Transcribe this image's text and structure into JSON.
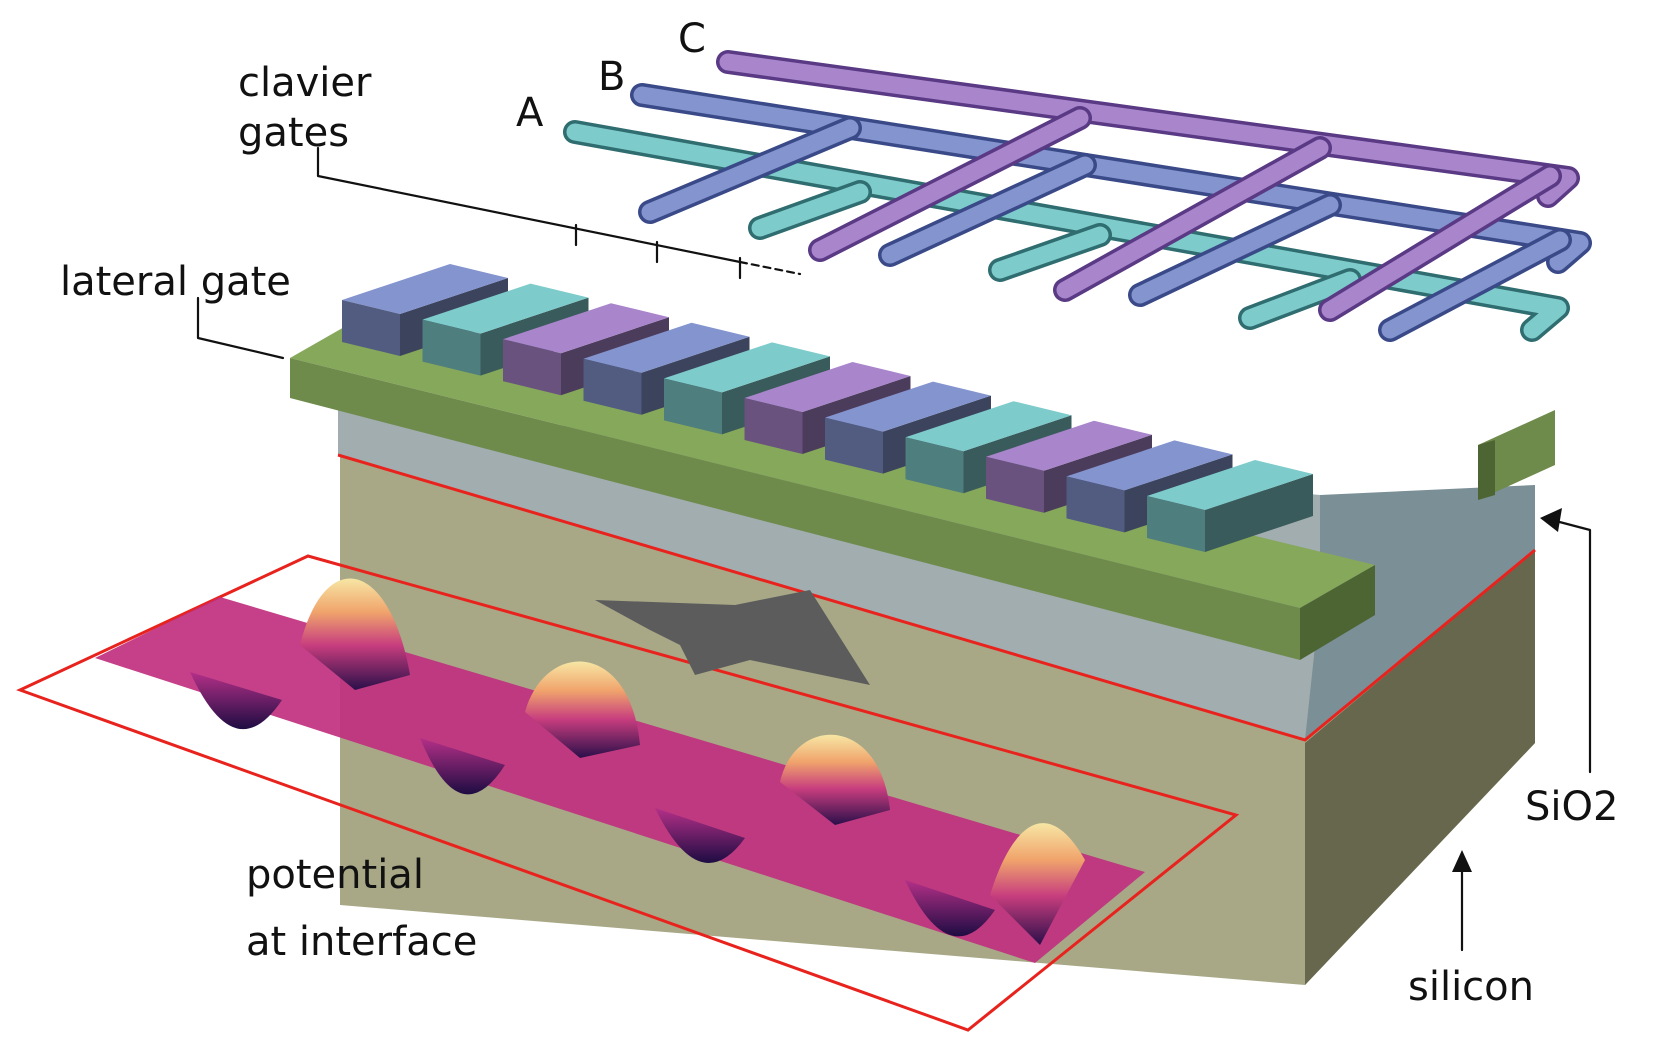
{
  "labels": {
    "gate_a": "A",
    "gate_b": "B",
    "gate_c": "C",
    "clavier_line1": "clavier",
    "clavier_line2": "gates",
    "lateral_gate": "lateral gate",
    "sio2": "SiO2",
    "silicon": "silicon",
    "potential_line1": "potential",
    "potential_line2": "at interface"
  },
  "gate_sequence": [
    "B",
    "A",
    "C",
    "B",
    "A",
    "C",
    "B",
    "A",
    "C",
    "B",
    "A"
  ],
  "colors": {
    "gate_a": "#7ecbcb",
    "gate_b": "#8394cf",
    "gate_c": "#a985cc",
    "lateral_gate": "#6e8b4c",
    "sio2": "#a2adb0",
    "silicon": "#a8a887",
    "interface_outline": "#e8231e",
    "direction_arrow": "#5c5c5c"
  },
  "icons": {
    "direction": "arrow-icon"
  }
}
